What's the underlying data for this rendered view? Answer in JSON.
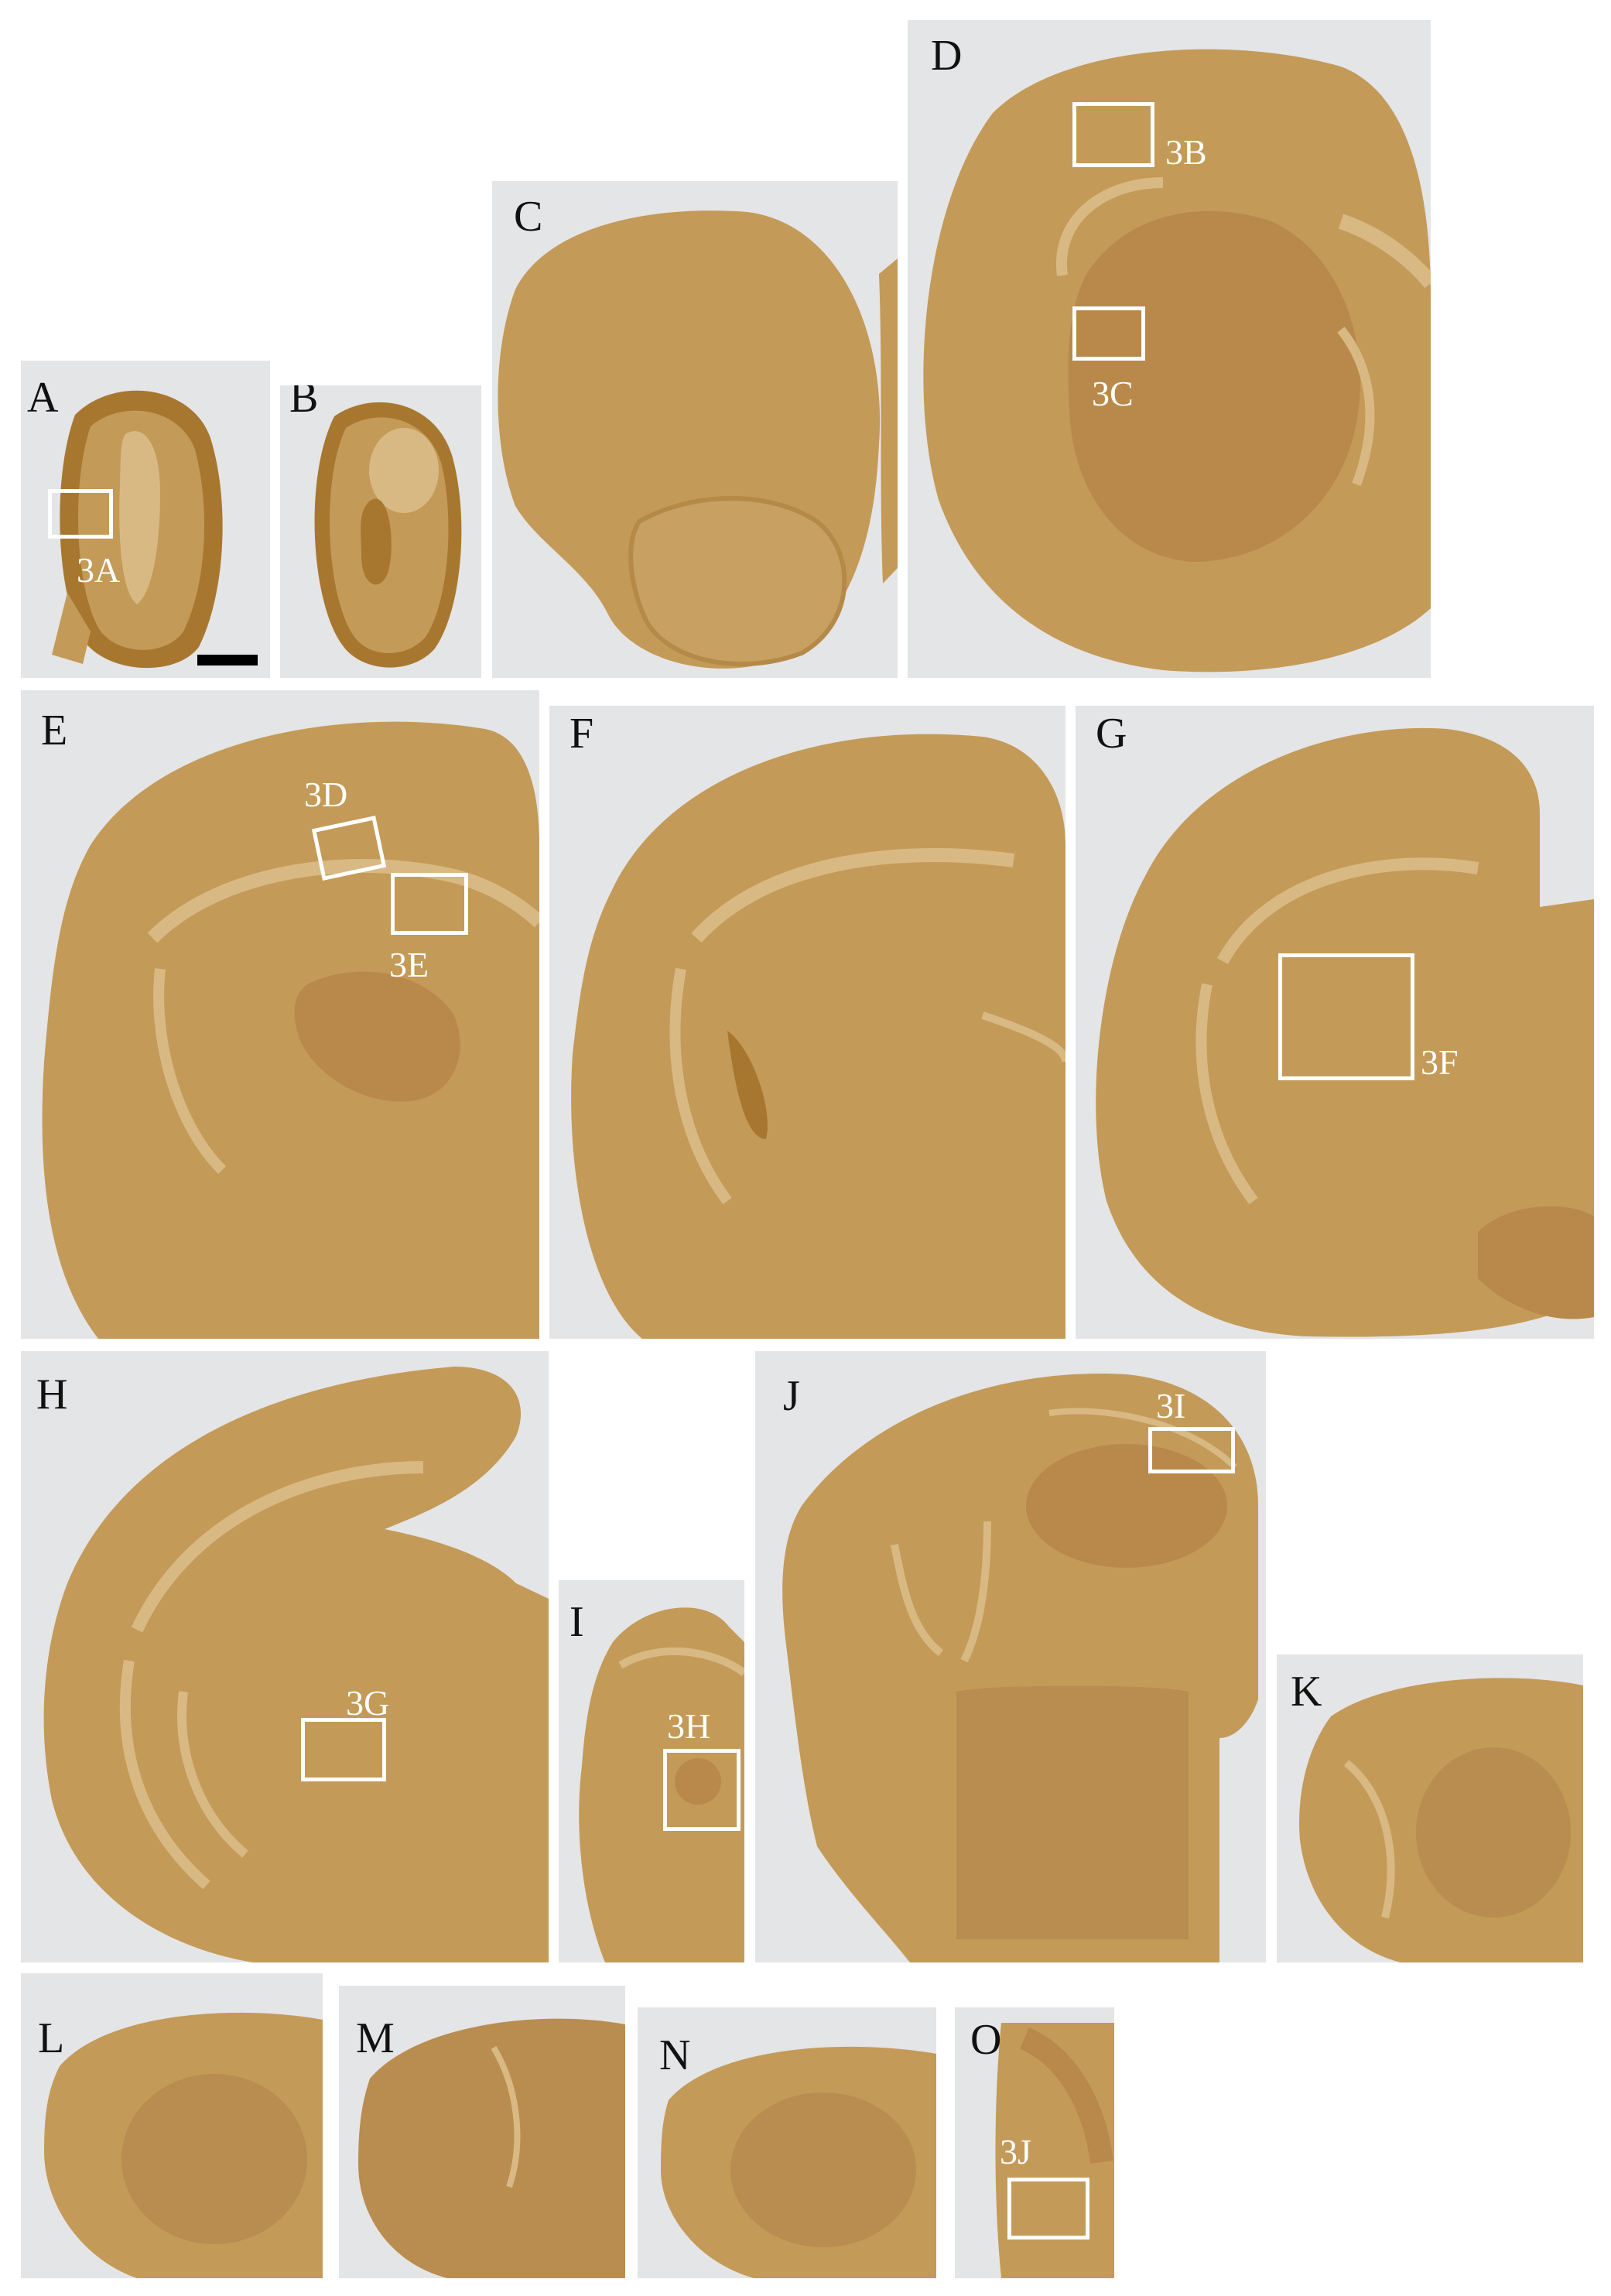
{
  "panels": [
    {
      "letter": "A",
      "regions": [
        "3A"
      ]
    },
    {
      "letter": "B",
      "regions": []
    },
    {
      "letter": "C",
      "regions": []
    },
    {
      "letter": "D",
      "regions": [
        "3B",
        "3C"
      ]
    },
    {
      "letter": "E",
      "regions": [
        "3D",
        "3E"
      ]
    },
    {
      "letter": "F",
      "regions": []
    },
    {
      "letter": "G",
      "regions": [
        "3F"
      ]
    },
    {
      "letter": "H",
      "regions": [
        "3G"
      ]
    },
    {
      "letter": "I",
      "regions": [
        "3H"
      ]
    },
    {
      "letter": "J",
      "regions": [
        "3I"
      ]
    },
    {
      "letter": "K",
      "regions": []
    },
    {
      "letter": "L",
      "regions": []
    },
    {
      "letter": "M",
      "regions": []
    },
    {
      "letter": "N",
      "regions": []
    },
    {
      "letter": "O",
      "regions": [
        "3J"
      ]
    }
  ],
  "colors": {
    "tissue": "#c49a58",
    "tissue_dark": "#a8772f",
    "tissue_light": "#d9b983",
    "slide_bg": "#e4e5e6",
    "box": "#ffffff"
  }
}
